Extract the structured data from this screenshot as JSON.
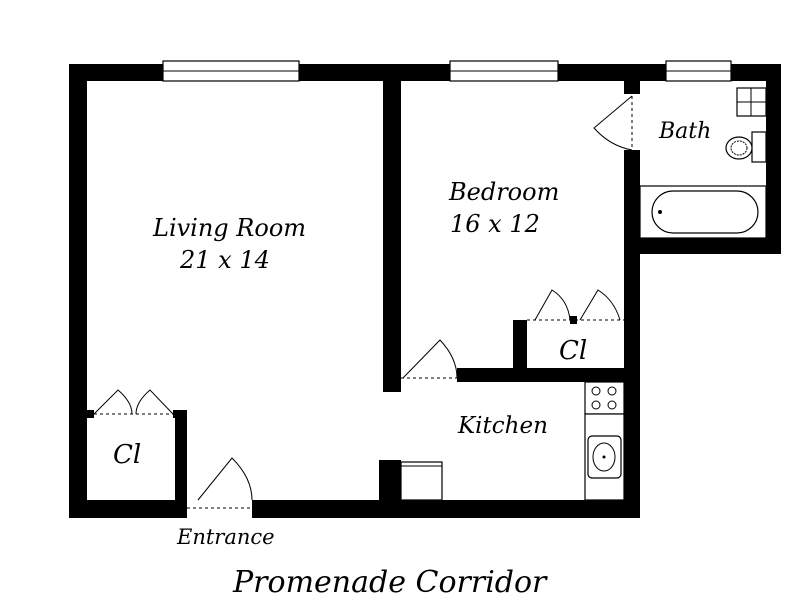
{
  "rooms": {
    "living": {
      "name": "Living Room",
      "size": "21 x 14"
    },
    "bedroom": {
      "name": "Bedroom",
      "size": "16 x 12"
    },
    "bath": {
      "name": "Bath"
    },
    "kitchen": {
      "name": "Kitchen"
    },
    "closet_living": {
      "name": "Cl"
    },
    "closet_bedroom": {
      "name": "Cl"
    }
  },
  "labels": {
    "entrance": "Entrance",
    "corridor": "Promenade Corridor"
  }
}
